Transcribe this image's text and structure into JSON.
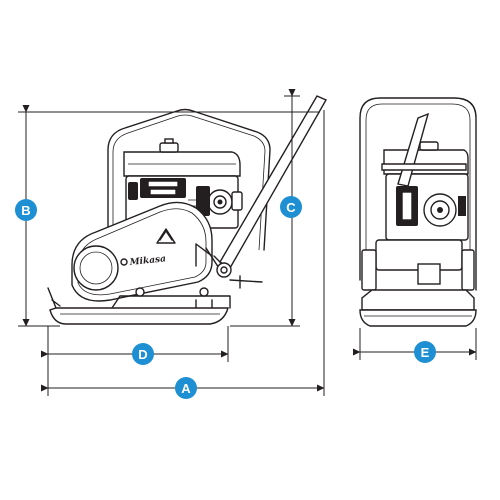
{
  "dimensions": [
    {
      "id": "A",
      "label": "A",
      "axis": "horizontal"
    },
    {
      "id": "B",
      "label": "B",
      "axis": "vertical"
    },
    {
      "id": "C",
      "label": "C",
      "axis": "vertical"
    },
    {
      "id": "D",
      "label": "D",
      "axis": "horizontal"
    },
    {
      "id": "E",
      "label": "E",
      "axis": "horizontal"
    }
  ],
  "brand_text": "Mikasa",
  "colors": {
    "badge": "#1e8fd2",
    "ink": "#231f20"
  }
}
